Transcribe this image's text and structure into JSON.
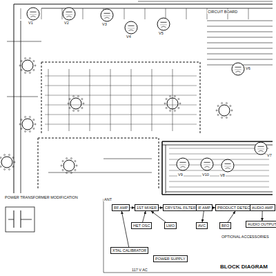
{
  "diagram": {
    "title": "BLOCK DIAGRAM",
    "nodes": [
      {
        "text": [
          "RF AMP"
        ]
      },
      {
        "text": [
          "1ST MIXER"
        ]
      },
      {
        "text": [
          "CRYSTAL FILTER"
        ]
      },
      {
        "text": [
          "IF AMP"
        ]
      },
      {
        "text": [
          "PRODUCT DETECTOR"
        ]
      },
      {
        "text": [
          "AUDIO AMP"
        ]
      },
      {
        "text": [
          "AUDIO OUTPUT"
        ]
      },
      {
        "text": [
          "HET OSC"
        ]
      },
      {
        "text": [
          "LMO"
        ]
      },
      {
        "text": [
          "AVC"
        ]
      },
      {
        "text": [
          "BFO"
        ]
      },
      {
        "text": [
          "XTAL CALIBRATOR"
        ]
      },
      {
        "text": [
          "POWER SUPPLY"
        ]
      }
    ],
    "edges": [
      {
        "from": 0,
        "to": 1,
        "arrow": "to"
      },
      {
        "from": 1,
        "to": 2,
        "arrow": "to"
      },
      {
        "from": 2,
        "to": 3,
        "arrow": "to"
      },
      {
        "from": 3,
        "to": 4,
        "arrow": "to"
      },
      {
        "from": 4,
        "to": 5,
        "arrow": "to"
      },
      {
        "from": 5,
        "to": 6,
        "arrow": "to"
      },
      {
        "from": 7,
        "to": 1,
        "arrow": "to"
      },
      {
        "from": 8,
        "to": 1,
        "arrow": "to"
      },
      {
        "from": 3,
        "to": 9,
        "arrow": "to"
      },
      {
        "from": 10,
        "to": 4,
        "arrow": "to"
      },
      {
        "from": 11,
        "to": 0,
        "arrow": "to"
      }
    ],
    "labels": [
      "CIRCUIT BOARD",
      "POWER TRANSFORMER MODIFICATION",
      "ANT",
      "OPTIONAL ACCESSORIES",
      "117 V AC",
      "V1",
      "V2",
      "V3",
      "V4",
      "V5",
      "V6",
      "V7",
      "V8",
      "V9",
      "V10"
    ]
  }
}
